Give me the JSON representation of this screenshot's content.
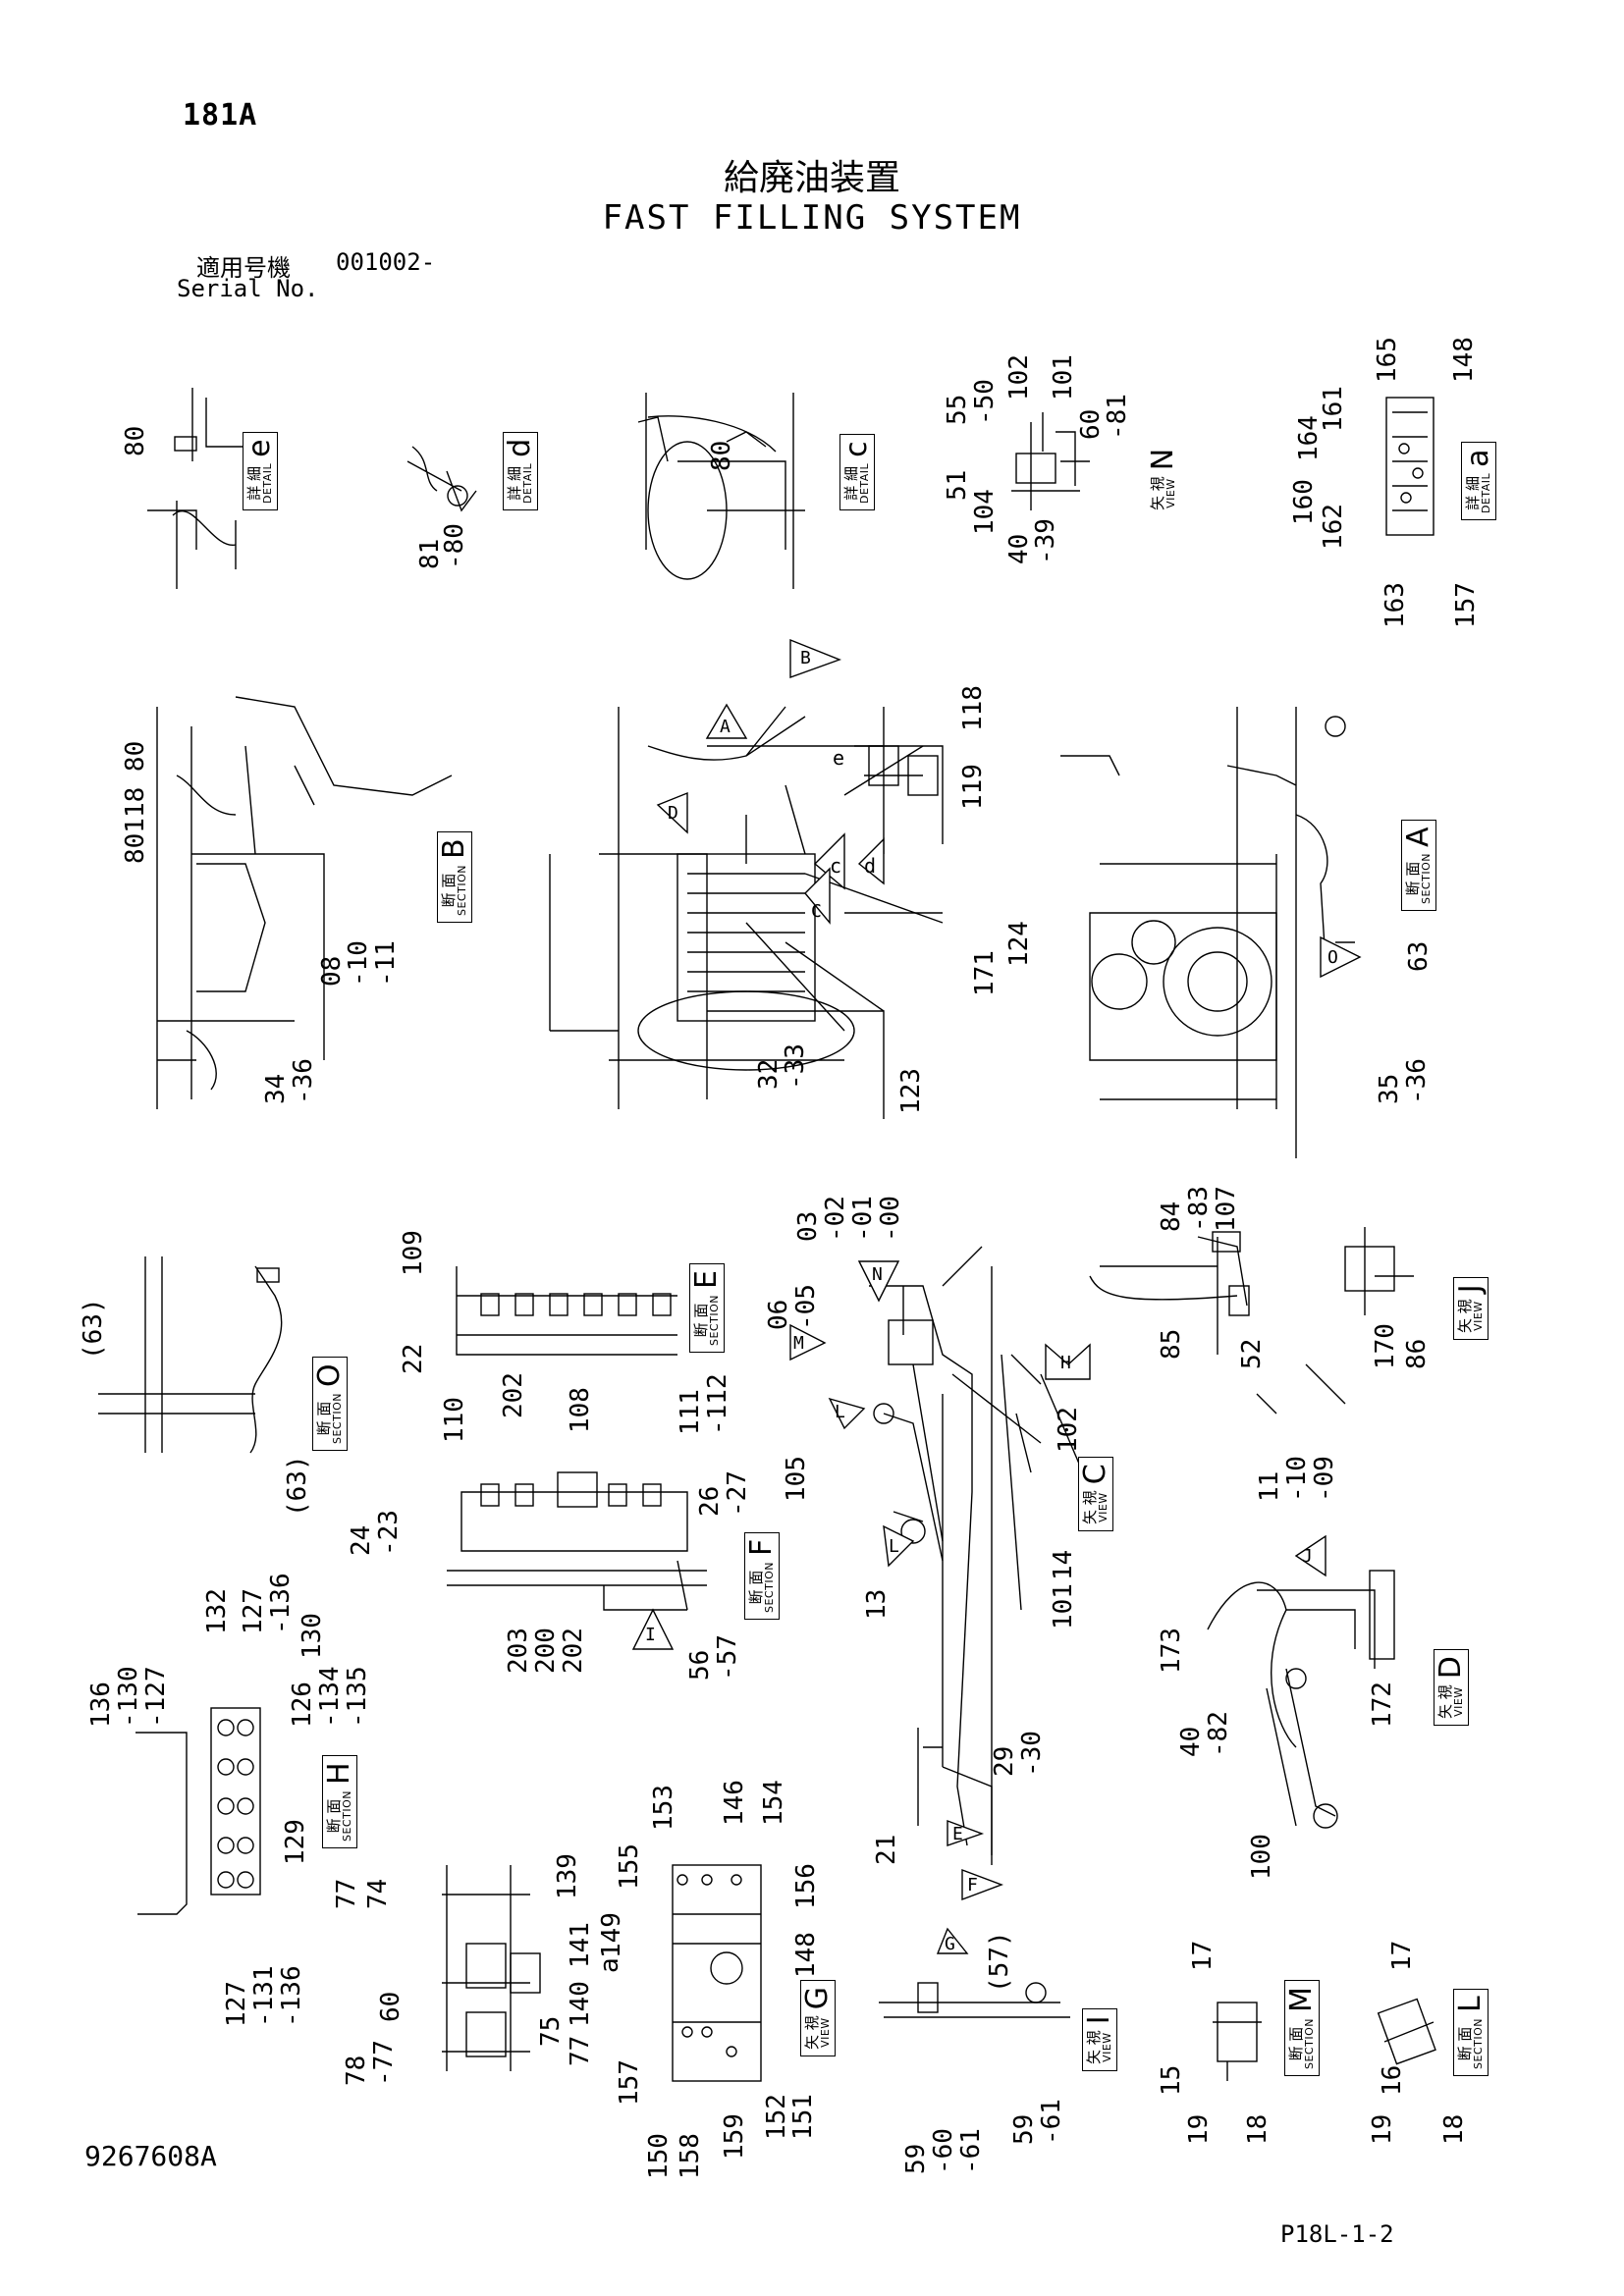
{
  "header": {
    "page_code": "181A",
    "title_ja": "給廃油装置",
    "title_en": "FAST FILLING SYSTEM",
    "serial_label_ja": "適用号機",
    "serial_value": "001002-",
    "serial_label_en": "Serial No."
  },
  "footer": {
    "doc_number": "9267608A",
    "sheet_ref": "P18L-1-2"
  },
  "labels": {
    "detail_ja": "詳 細",
    "detail_en": "DETAIL",
    "section_ja": "断 面",
    "section_en": "SECTION",
    "view_ja": "矢 視",
    "view_en": "VIEW"
  },
  "views": {
    "detail_e": "e",
    "detail_d": "d",
    "detail_c": "c",
    "view_n": "N",
    "detail_a": "a",
    "section_b": "B",
    "section_a": "A",
    "section_o": "O",
    "section_e": "E",
    "section_f": "F",
    "view_c": "C",
    "view_j": "J",
    "view_d": "D",
    "section_h": "H",
    "view_g": "G",
    "view_i": "I",
    "section_m": "M",
    "section_l": "L"
  },
  "callouts": {
    "c001": "80",
    "c002": "81",
    "c003": "-80",
    "c004": "80",
    "c005": "55",
    "c006": "-50",
    "c007": "51",
    "c008": "104",
    "c009": "40",
    "c010": "-39",
    "c011": "102",
    "c012": "101",
    "c013": "60",
    "c014": "-81",
    "c015": "165",
    "c016": "148",
    "c017": "161",
    "c018": "164",
    "c019": "160",
    "c020": "162",
    "c021": "163",
    "c022": "157",
    "c023": "80118 80",
    "c024": "08",
    "c025": "-10",
    "c026": "-11",
    "c027": "34",
    "c028": "-36",
    "c029": "118",
    "c030": "119",
    "c031": "124",
    "c032": "171",
    "c033": "123",
    "c034": "32",
    "c035": "-33",
    "c036": "63",
    "c037": "35",
    "c038": "-36",
    "c039": "(63)",
    "c040": "(63)",
    "c041": "109",
    "c042": "22",
    "c043": "202",
    "c044": "03",
    "c045": "-02",
    "c046": "-01",
    "c047": "-00",
    "c048": "06",
    "c049": "-05",
    "c050": "84",
    "c051": "-83",
    "c052": "107",
    "c053": "85",
    "c054": "52",
    "c055": "170",
    "c056": "86",
    "c057": "110",
    "c058": "108",
    "c059": "111",
    "c060": "-112",
    "c061": "26",
    "c062": "-27",
    "c063": "24",
    "c064": "-23",
    "c065": "203",
    "c066": "200",
    "c067": "202",
    "c068": "56",
    "c069": "-57",
    "c070": "105",
    "c071": "102",
    "c072": "14",
    "c073": "101",
    "c074": "13",
    "c075": "11",
    "c076": "-10",
    "c077": "-09",
    "c078": "173",
    "c079": "172",
    "c080": "40",
    "c081": "-82",
    "c082": "100",
    "c083": "29",
    "c084": "-30",
    "c085": "21",
    "c086": "136",
    "c087": "-130",
    "c088": "-127",
    "c089": "132",
    "c090": "127",
    "c091": "-136",
    "c092": "130",
    "c093": "126",
    "c094": "-134",
    "c095": "-135",
    "c096": "129",
    "c097": "127",
    "c098": "-131",
    "c099": "-136",
    "c100": "77",
    "c101": "74",
    "c102": "60",
    "c103": "78",
    "c104": "-77",
    "c105": "139",
    "c106": "141",
    "c107": "140",
    "c108": "75",
    "c109": "77",
    "c110": "a",
    "c111": "153",
    "c112": "155",
    "c113": "149",
    "c114": "146",
    "c115": "154",
    "c116": "156",
    "c117": "148",
    "c118": "157",
    "c119": "150",
    "c120": "158",
    "c121": "159",
    "c122": "152",
    "c123": "151",
    "c124": "(57)",
    "c125": "59",
    "c126": "-60",
    "c127": "-61",
    "c128": "59",
    "c129": "-61",
    "c130": "17",
    "c131": "15",
    "c132": "19",
    "c133": "18",
    "c134": "17",
    "c135": "16",
    "c136": "19",
    "c137": "18"
  },
  "arrows": {
    "a1": "B",
    "a2": "A",
    "a3": "D",
    "a4": "e",
    "a5": "c",
    "a6": "d",
    "a7": "C",
    "a8": "O",
    "a9": "N",
    "a10": "M",
    "a11": "H",
    "a12": "L",
    "a13": "L",
    "a14": "J",
    "a15": "I",
    "a16": "E",
    "a17": "F",
    "a18": "G"
  }
}
